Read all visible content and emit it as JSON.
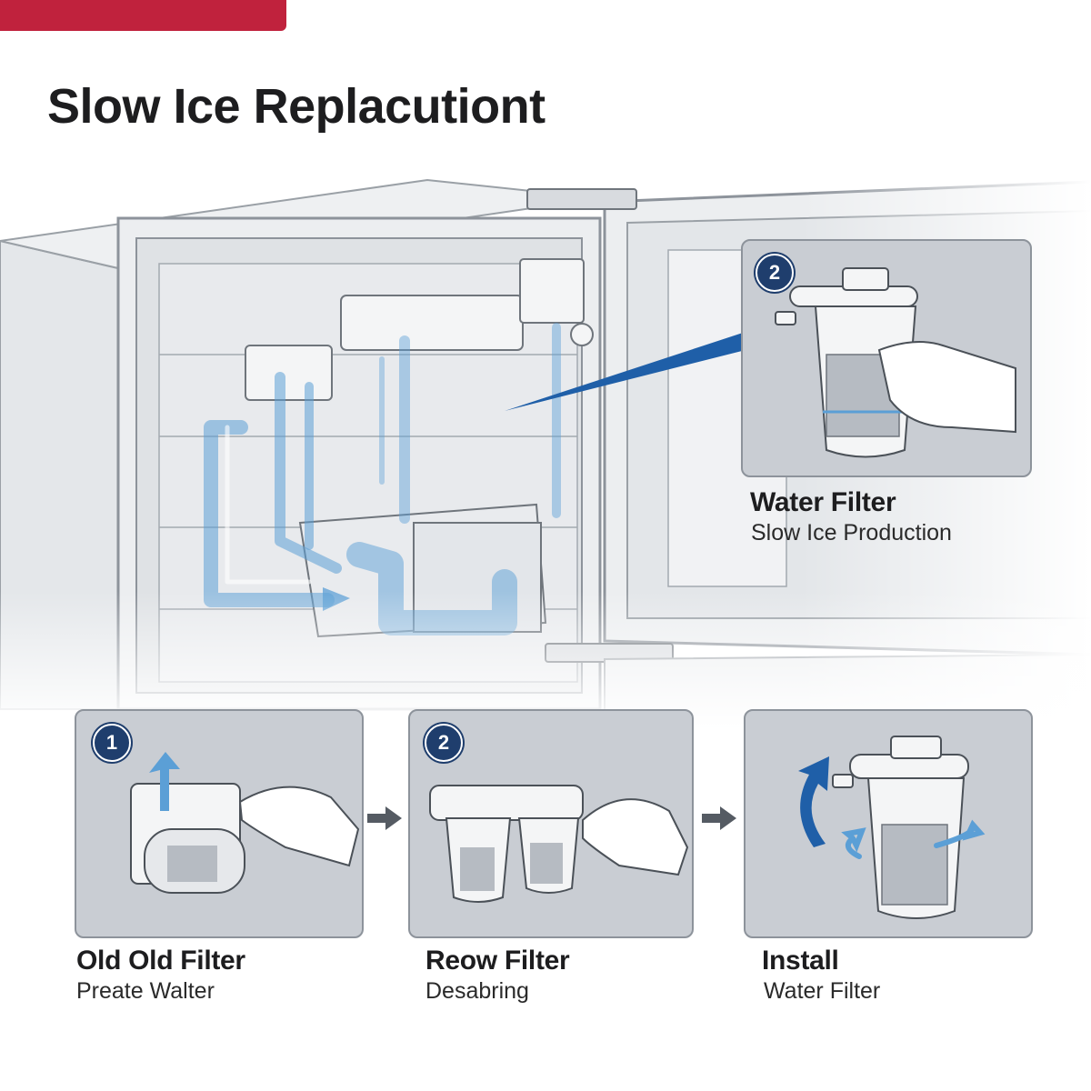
{
  "title": "Slow Ice Replacutiont",
  "colors": {
    "accent": "#c0223d",
    "water": "#5b9fd6",
    "badge": "#1f3e6d",
    "panel": "#c9cdd3",
    "panel_border": "#8d939b",
    "pointer": "#1f5fa8",
    "step_arrow": "#555b63"
  },
  "callout": {
    "badge": "2",
    "title": "Water Filter",
    "subtitle": "Slow Ice Production"
  },
  "steps": [
    {
      "badge": "1",
      "title": "Old Old Filter",
      "subtitle": "Preate Walter",
      "icon": "remove-filter-hand"
    },
    {
      "badge": "2",
      "title": "Reow Filter",
      "subtitle": "Desabring",
      "icon": "dual-filter-hand"
    },
    {
      "badge": "",
      "title": "Install",
      "subtitle": "Water Filter",
      "icon": "install-filter-rotate"
    }
  ]
}
